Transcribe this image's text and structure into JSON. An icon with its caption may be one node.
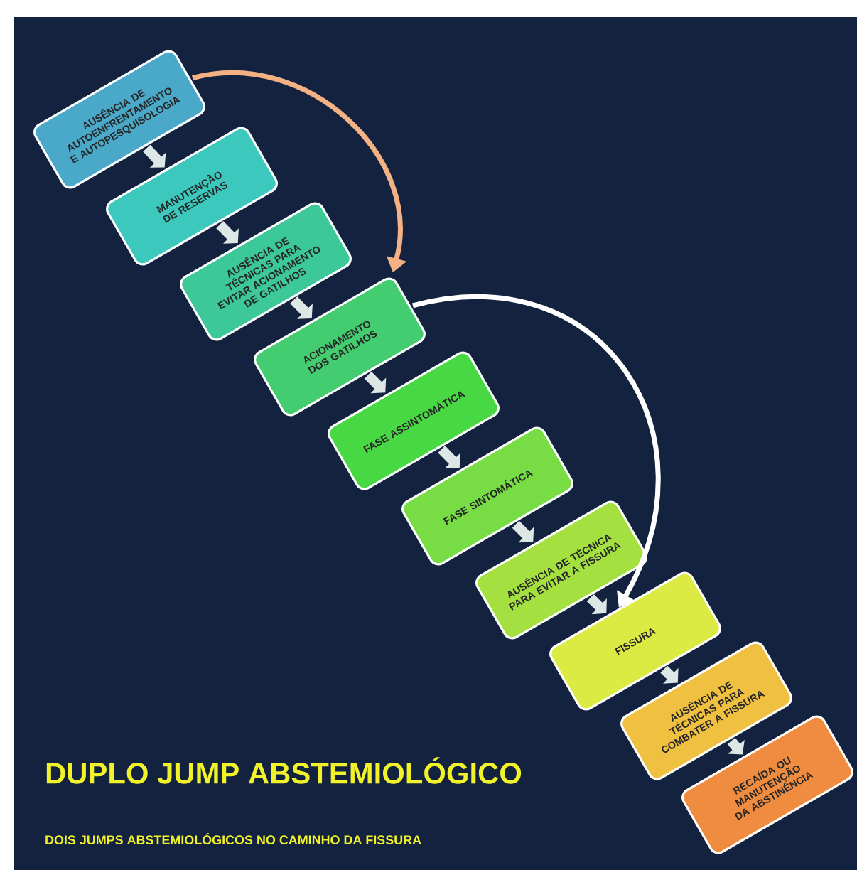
{
  "diagram": {
    "title": "DUPLO JUMP ABSTEMIOLÓGICO",
    "caption": "DOIS JUMPS ABSTEMIOLÓGICOS NO CAMINHO DA FISSURA",
    "nodes": [
      {
        "text": [
          "AUSÊNCIA DE AUTOENFRENTAMENTO E AUTOPESQUISOLOGIA"
        ]
      },
      {
        "text": [
          "MANUTENÇÃO DE RESERVAS"
        ]
      },
      {
        "text": [
          "AUSÊNCIA DE TÉCNICAS PARA EVITAR ACIONAMENTO DE GATILHOS"
        ]
      },
      {
        "text": [
          "ACIONAMENTO DOS GATILHOS"
        ]
      },
      {
        "text": [
          "FASE ASSINTOMÁTICA"
        ]
      },
      {
        "text": [
          "FASE SINTOMÁTICA"
        ]
      },
      {
        "text": [
          "AUSÊNCIA DE TÉCNICA PARA EVITAR A FISSURA"
        ]
      },
      {
        "text": [
          "FISSURA"
        ]
      },
      {
        "text": [
          "AUSÊNCIA DE TÉCNICAS PARA COMBATER A FISSURA"
        ]
      },
      {
        "text": [
          "RECAÍDA OU MANUTENÇÃO DA ABSTINÊNCIA"
        ]
      }
    ],
    "edges": [
      {
        "from": 0,
        "to": 1,
        "arrow": "to"
      },
      {
        "from": 1,
        "to": 2,
        "arrow": "to"
      },
      {
        "from": 2,
        "to": 3,
        "arrow": "to"
      },
      {
        "from": 3,
        "to": 4,
        "arrow": "to"
      },
      {
        "from": 4,
        "to": 5,
        "arrow": "to"
      },
      {
        "from": 5,
        "to": 6,
        "arrow": "to"
      },
      {
        "from": 6,
        "to": 7,
        "arrow": "to"
      },
      {
        "from": 7,
        "to": 8,
        "arrow": "to"
      },
      {
        "from": 8,
        "to": 9,
        "arrow": "to"
      },
      {
        "from": 0,
        "to": 3,
        "arrow": "to",
        "color": "#f4b183"
      },
      {
        "from": 3,
        "to": 7,
        "arrow": "to",
        "color": "#ffffff"
      }
    ]
  }
}
